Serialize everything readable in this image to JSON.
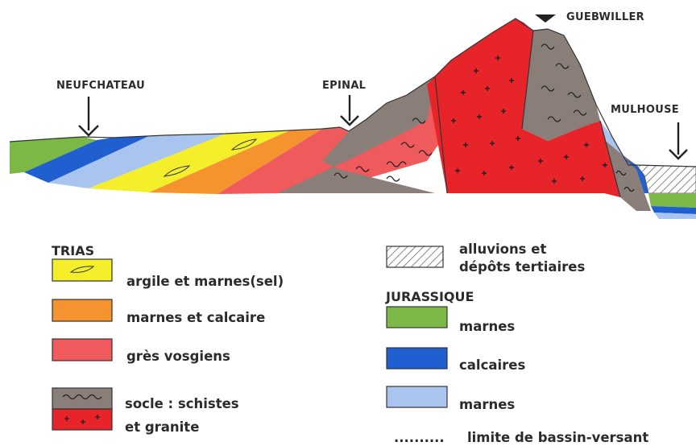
{
  "locations": {
    "neufchateau": "NEUFCHATEAU",
    "epinal": "EPINAL",
    "guebwiller": "GUEBWILLER",
    "mulhouse": "MULHOUSE"
  },
  "legend": {
    "trias": {
      "heading": "TRIAS",
      "items": [
        {
          "label": "argile et marnes(sel)",
          "color": "#f4ef2a"
        },
        {
          "label": "marnes et calcaire",
          "color": "#f5932f"
        },
        {
          "label": "grès vosgiens",
          "color": "#ef5a5d"
        },
        {
          "label": "socle : schistes",
          "color": "#8a7f78"
        },
        {
          "label": "et granite",
          "color": "#e8242b"
        }
      ]
    },
    "alluvions": {
      "label_line1": "alluvions et",
      "label_line2": "dépôts tertiaires"
    },
    "jurassique": {
      "heading": "JURASSIQUE",
      "items": [
        {
          "label": "marnes",
          "color": "#7cb845"
        },
        {
          "label": "calcaires",
          "color": "#1f5fd0"
        },
        {
          "label": "marnes",
          "color": "#a9c5ef"
        }
      ]
    },
    "limite": {
      "dots": "..........",
      "label": "limite de bassin-versant"
    }
  }
}
